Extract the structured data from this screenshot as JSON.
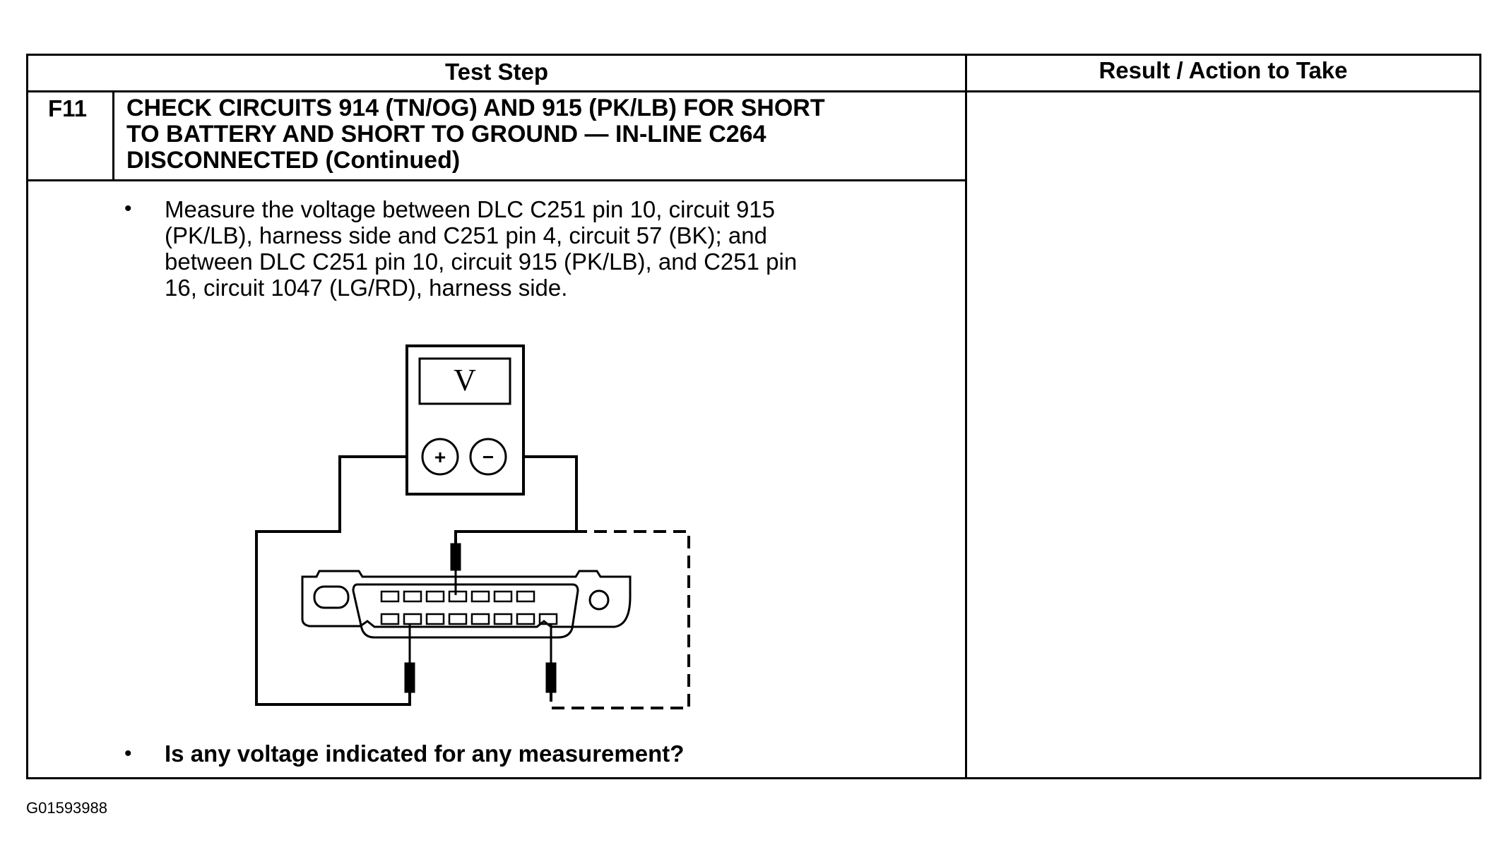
{
  "table": {
    "headers": {
      "test_step": "Test Step",
      "result_action": "Result / Action to Take"
    },
    "step": {
      "id": "F11",
      "title_lines": [
        "CHECK CIRCUITS 914 (TN/OG) AND 915 (PK/LB) FOR SHORT",
        "TO BATTERY AND SHORT TO GROUND — IN-LINE C264",
        "DISCONNECTED (Continued)"
      ],
      "instruction_lines": [
        "Measure the voltage between DLC C251 pin 10, circuit 915",
        "(PK/LB), harness side and C251 pin 4, circuit 57 (BK); and",
        "between DLC C251 pin 10, circuit 915 (PK/LB), and C251 pin",
        "16, circuit 1047 (LG/RD), harness side."
      ],
      "question": "Is any voltage indicated for any measurement?"
    },
    "result_action_text": ""
  },
  "diagram": {
    "meter_display": "V",
    "positive_terminal": "+",
    "negative_terminal": "−"
  },
  "bullet_glyph": "•",
  "figure_code": "G01593988"
}
